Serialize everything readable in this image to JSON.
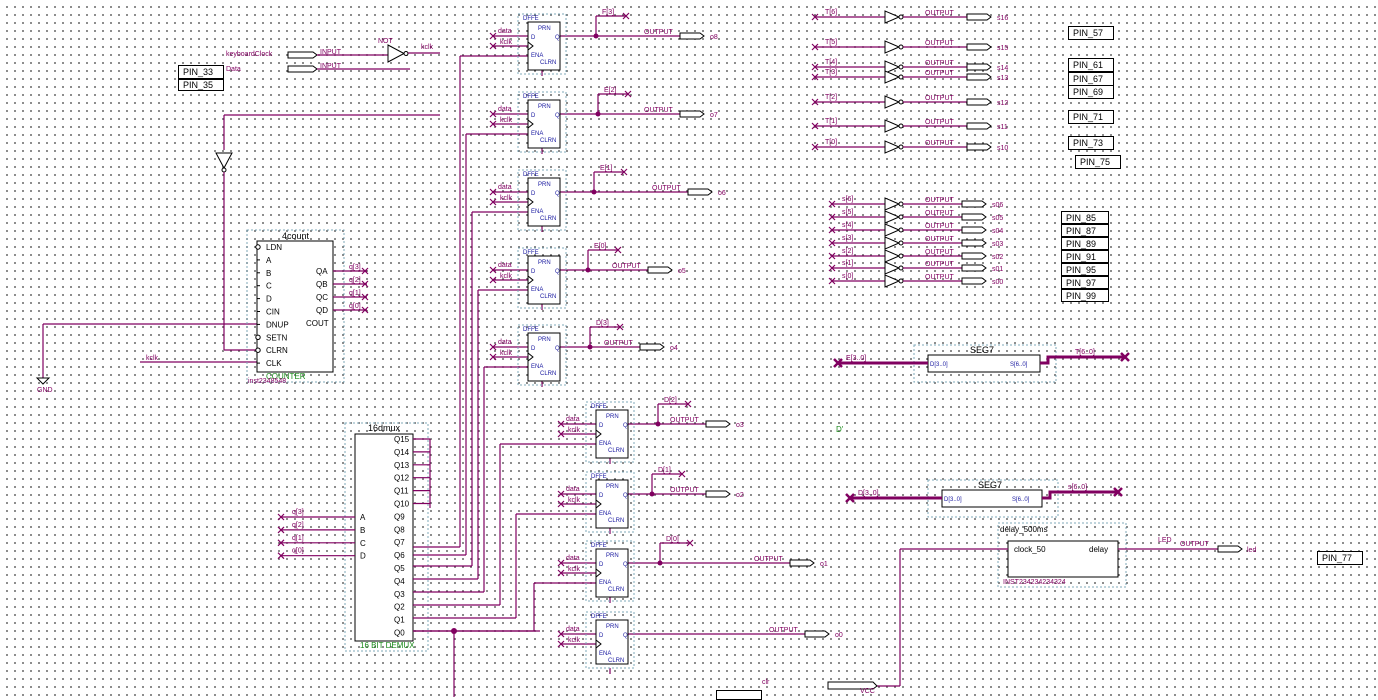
{
  "pins_top": [
    "PIN_33",
    "PIN_35"
  ],
  "pins_right_a": [
    "PIN_57",
    "PIN_61",
    "PIN_67",
    "PIN_69",
    "PIN_71",
    "PIN_73",
    "PIN_75"
  ],
  "pins_right_b": [
    "PIN_85",
    "PIN_87",
    "PIN_89",
    "PIN_91",
    "PIN_95",
    "PIN_97",
    "PIN_99"
  ],
  "pin_led": "PIN_77",
  "inputs": {
    "clock": "keyboardClock",
    "data": "Data",
    "kclk": "kclk",
    "gnd": "GND"
  },
  "counter": {
    "title": "4count",
    "left": [
      "LDN",
      "A",
      "B",
      "C",
      "D",
      "CIN",
      "DNUP",
      "SETN",
      "CLRN",
      "CLK"
    ],
    "right": [
      "QA",
      "QB",
      "QC",
      "QD",
      "COUT"
    ],
    "footer": "COUNTER",
    "inst": "inst2348548"
  },
  "demux": {
    "title": "16dmux",
    "outputs": [
      "Q15",
      "Q14",
      "Q13",
      "Q12",
      "Q11",
      "Q10",
      "Q9",
      "Q8",
      "Q7",
      "Q6",
      "Q5",
      "Q4",
      "Q3",
      "Q2",
      "Q1",
      "Q0"
    ],
    "inputs": [
      "A",
      "B",
      "C",
      "D"
    ],
    "footer": "16 BIT DEMUX",
    "in_labels": [
      "q[3]",
      "q[2]",
      "q[1]",
      "q[0]"
    ]
  },
  "dff": {
    "prn": "PRN",
    "d": "D",
    "q": "Q",
    "ena": "ENA",
    "clrn": "CLRN",
    "type": "DFFE",
    "data": "data",
    "clk": "kclk"
  },
  "dff_outputs": [
    "o8",
    "o7",
    "o6",
    "o5",
    "o4",
    "o3",
    "o2",
    "o1",
    "o0"
  ],
  "dff_q_labels": [
    "F[3]",
    "E[2]",
    "E[1]",
    "E[0]",
    "D[3]",
    "D[2]",
    "D[1]",
    "D[0]",
    ""
  ],
  "inv_top_labels": [
    "T[6]",
    "T[5]",
    "T[4]",
    "T[3]",
    "T[2]",
    "T[1]",
    "T[0]"
  ],
  "inv_top_outputs": [
    "s16",
    "s15",
    "s14",
    "s13",
    "s12",
    "s11",
    "s10"
  ],
  "inv_bot_labels": [
    "s[6]",
    "s[5]",
    "s[4]",
    "s[3]",
    "s[2]",
    "s[1]",
    "s[0]"
  ],
  "inv_bot_outputs": [
    "s06",
    "s05",
    "s04",
    "s03",
    "s02",
    "s01",
    "s00"
  ],
  "seg7": [
    {
      "title": "SEG7",
      "in_net": "E[3..0]",
      "out_net": "T[6..0]",
      "port_in": "D[3..0]",
      "port_out": "S[6..0]"
    },
    {
      "title": "SEG7",
      "in_net": "D[3..0]",
      "out_net": "s[6..0]",
      "port_in": "D[3..0]",
      "port_out": "S[6..0]"
    }
  ],
  "delay": {
    "name": "delay_500ms",
    "in": "clock_50",
    "out": "delay",
    "inst": "INST234234234324",
    "net": "LED",
    "output": "led"
  },
  "misc": {
    "clr": "clr",
    "vcc": "VCC",
    "output": "OUTPUT",
    "input": "INPUT",
    "not": "NOT",
    "d_mark": "D'"
  }
}
